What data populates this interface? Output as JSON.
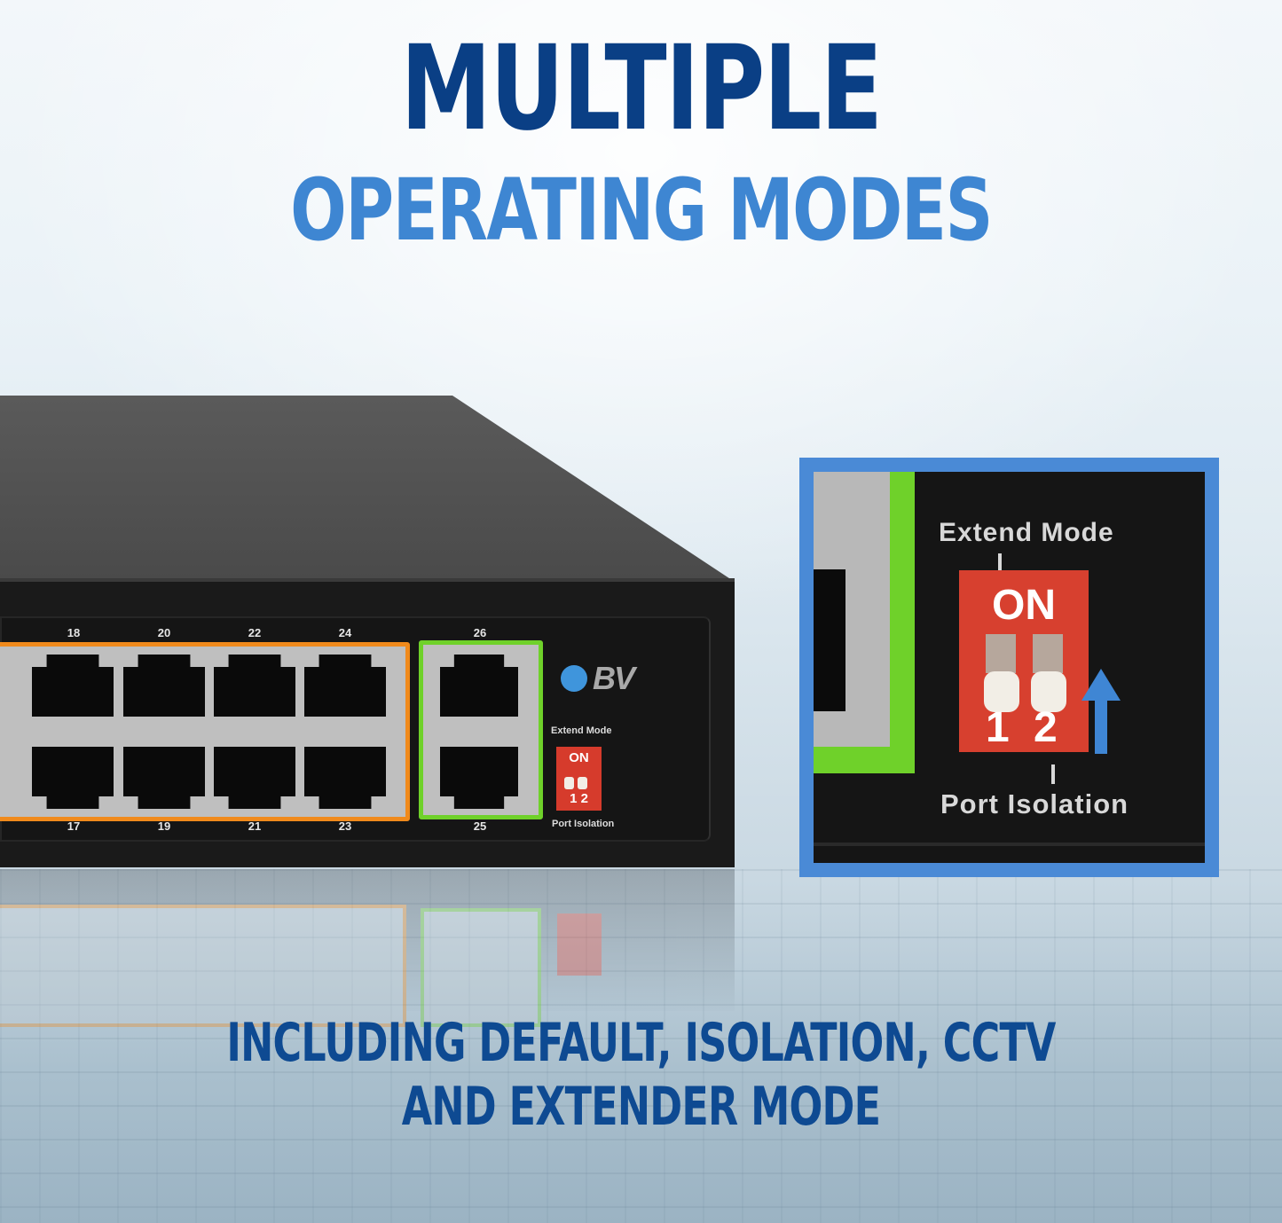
{
  "headline": {
    "line1": "MULTIPLE",
    "line2": "OPERATING MODES"
  },
  "footer": {
    "line1": "INCLUDING DEFAULT, ISOLATION, CCTV",
    "line2": "AND EXTENDER MODE"
  },
  "device": {
    "brand": "BV",
    "ports_top": [
      "18",
      "20",
      "22",
      "24"
    ],
    "ports_bottom": [
      "17",
      "19",
      "21",
      "23"
    ],
    "uplink_top": "26",
    "uplink_bottom": "25",
    "dip_switch": {
      "top_label": "Extend Mode",
      "on_label": "ON",
      "switch_numbers": "1 2",
      "bottom_label": "Port Isolation"
    }
  },
  "inset": {
    "top_label": "Extend Mode",
    "on_label": "ON",
    "switch_1": "1",
    "switch_2": "2",
    "bottom_label": "Port Isolation",
    "arrow": "arrow-up"
  },
  "colors": {
    "headline_dark": "#0a3f85",
    "headline_light": "#3e86d2",
    "footer": "#0e4a92",
    "poe_group": "#f08a1c",
    "uplink_group": "#6fd12a",
    "dip_switch": "#d63b2c",
    "inset_border": "#4a8ad6"
  }
}
